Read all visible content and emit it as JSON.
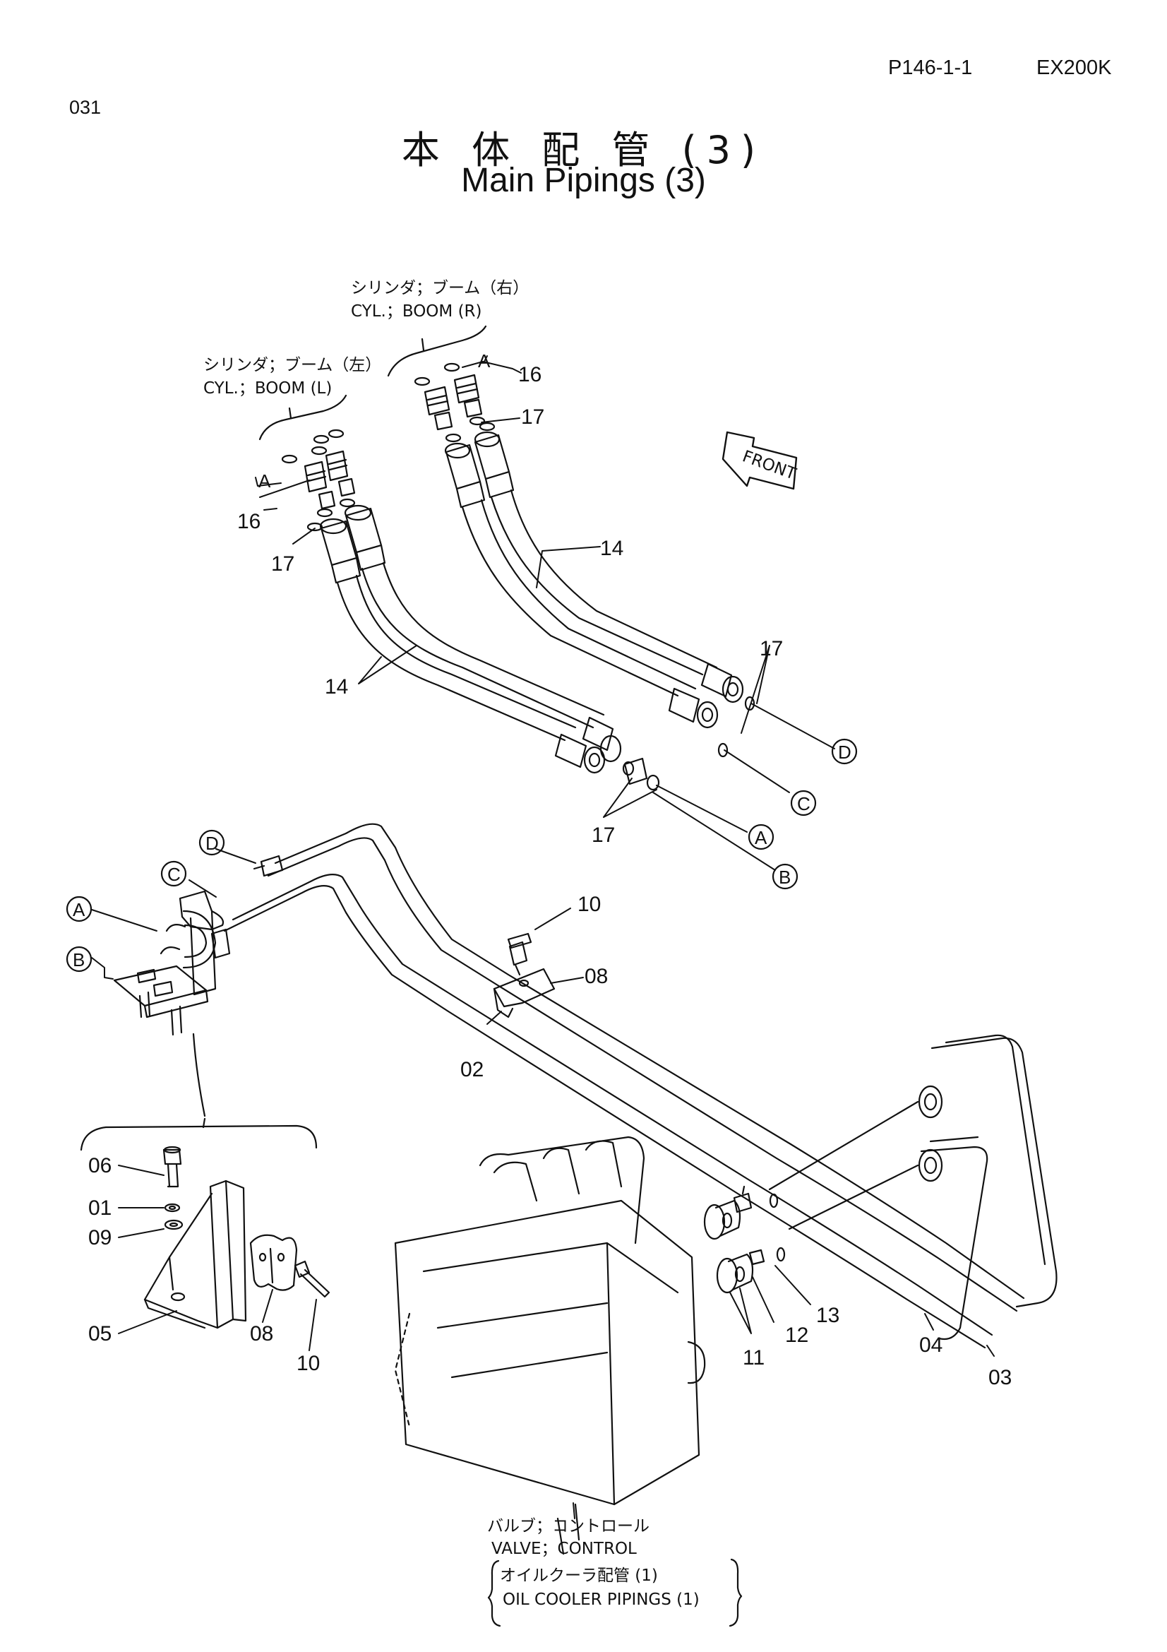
{
  "header": {
    "page_code": "P146-1-1",
    "model": "EX200K",
    "page_number": "031"
  },
  "title": {
    "japanese": "本 体 配 管 (3)",
    "english": "Main Pipings (3)"
  },
  "captions": {
    "boom_r_jp": "シリンダ；ブーム（右）",
    "boom_r_en": "CYL.；BOOM (R)",
    "boom_l_jp": "シリンダ；ブーム（左）",
    "boom_l_en": "CYL.；BOOM (L)",
    "valve_jp": "バルブ；コントロール",
    "valve_en": "VALVE；CONTROL",
    "oil_jp": "オイルクーラ配管 (1)",
    "oil_en": "OIL COOLER PIPINGS (1)",
    "front": "FRONT"
  },
  "callouts": {
    "a": "A",
    "b": "B",
    "c": "C",
    "d": "D"
  },
  "part_numbers": {
    "p01": "01",
    "p02": "02",
    "p03": "03",
    "p04": "04",
    "p05": "05",
    "p06": "06",
    "p08": "08",
    "p09": "09",
    "p10": "10",
    "p11": "11",
    "p12": "12",
    "p13": "13",
    "p14": "14",
    "p16": "16",
    "p17": "17"
  }
}
